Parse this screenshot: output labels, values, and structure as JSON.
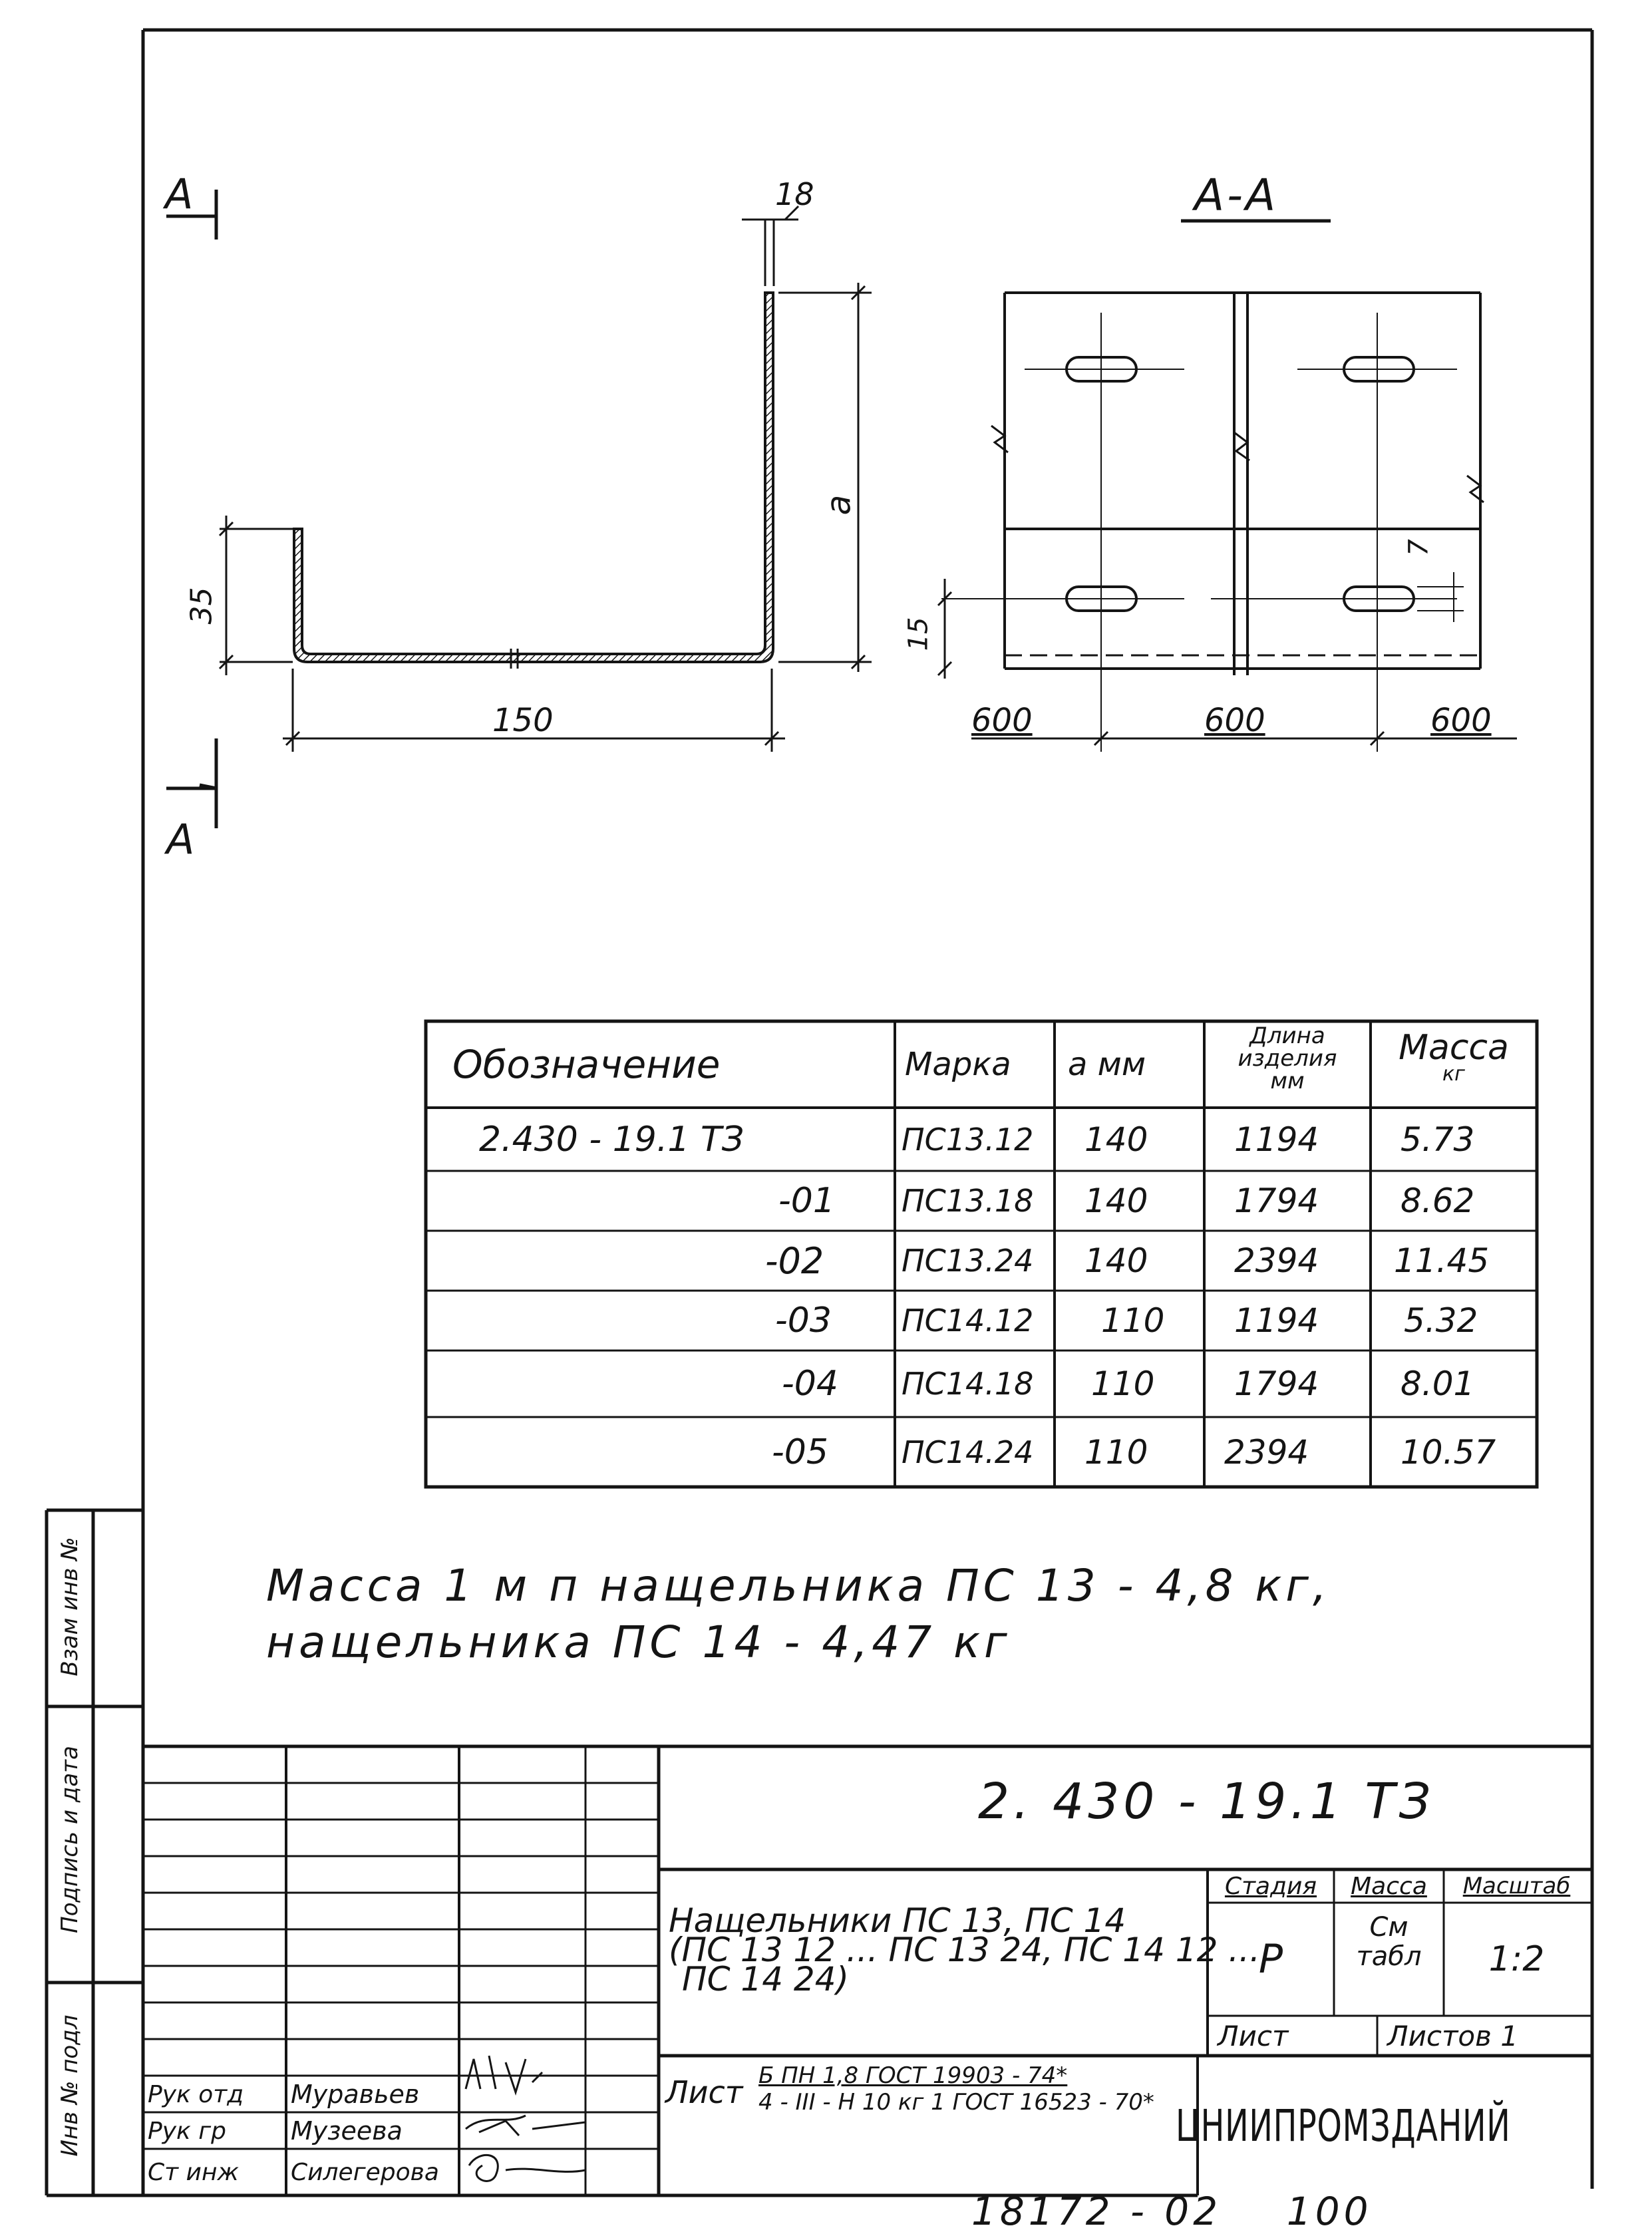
{
  "drawing": {
    "section_mark_top": "A",
    "section_mark_bottom": "A",
    "dim_flange": "18",
    "dim_height": "a",
    "dim_lip": "35",
    "dim_width": "150",
    "section_title": "A-A",
    "dim_slot": "7",
    "dim_hole_offset": "15",
    "spacing": [
      "600",
      "600",
      "600"
    ]
  },
  "spec_table": {
    "headers": {
      "designation": "Обозначение",
      "mark": "Марка",
      "a_mm": "a мм",
      "length_line1": "Длина",
      "length_line2": "изделия",
      "length_line3": "мм",
      "mass_line1": "Масса",
      "mass_line2": "кг"
    },
    "rows": [
      {
        "designation": "2.430 - 19.1  ТЗ",
        "mark": "ПС13.12",
        "a": "140",
        "length": "1194",
        "mass": "5.73"
      },
      {
        "designation": "-01",
        "mark": "ПС13.18",
        "a": "140",
        "length": "1794",
        "mass": "8.62"
      },
      {
        "designation": "-02",
        "mark": "ПС13.24",
        "a": "140",
        "length": "2394",
        "mass": "11.45"
      },
      {
        "designation": "-03",
        "mark": "ПС14.12",
        "a": "110",
        "length": "1194",
        "mass": "5.32"
      },
      {
        "designation": "-04",
        "mark": "ПС14.18",
        "a": "110",
        "length": "1794",
        "mass": "8.01"
      },
      {
        "designation": "-05",
        "mark": "ПС14.24",
        "a": "110",
        "length": "2394",
        "mass": "10.57"
      }
    ]
  },
  "note": {
    "line1": "Масса 1 м п  нащельника ПС 13 - 4,8 кг,",
    "line2": "нащельника  ПС 14 -  4,47  кг"
  },
  "side_stamp": {
    "cells": [
      "Инв № подл",
      "Подпись и дата",
      "Взам инв №"
    ]
  },
  "title_block": {
    "doc_code": "2. 430 - 19.1  ТЗ",
    "title_line1": "Нащельники ПС 13, ПС 14",
    "title_line2": "(ПС 13 12 ... ПС 13 24, ПС 14 12 ...",
    "title_line3": "ПС 14 24)",
    "headers": {
      "stage": "Стадия",
      "mass": "Масса",
      "scale": "Масштаб"
    },
    "stage": "Р",
    "mass_line1": "См",
    "mass_line2": "табл",
    "scale": "1:2",
    "sheet_label": "Лист",
    "sheets_label": "Листов 1",
    "material_label": "Лист",
    "material_line1": "Б ПН 1,8 ГОСТ 19903 - 74*",
    "material_line2": "4 - III - Н 10 кг 1 ГОСТ 16523 - 70*",
    "organization": "ЦНИИПРОМЗДАНИЙ",
    "signers": [
      {
        "role": "Рук отд",
        "name": "Муравьев"
      },
      {
        "role": "Рук гр",
        "name": "Музеева"
      },
      {
        "role": "Ст инж",
        "name": "Силегерова"
      }
    ]
  },
  "footer_number": "18172 - 02    100"
}
